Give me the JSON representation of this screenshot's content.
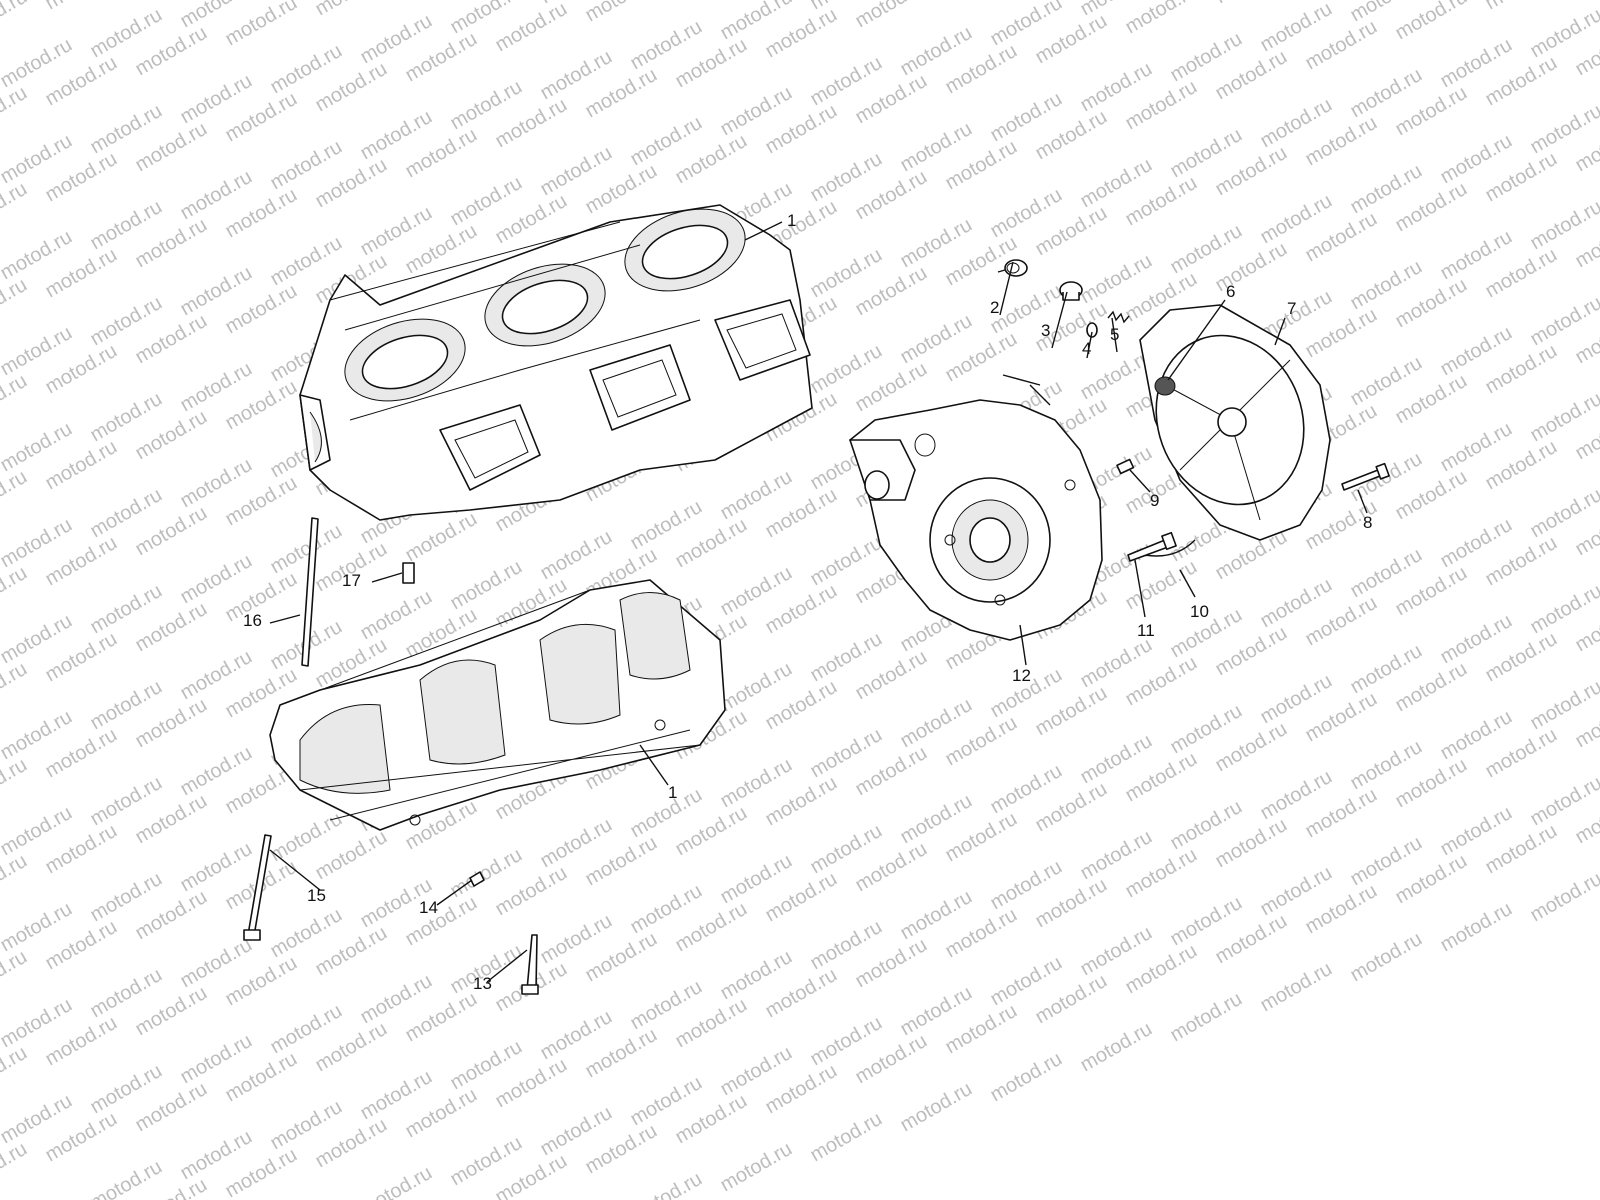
{
  "watermark": {
    "text": "motod.ru"
  },
  "callouts": [
    {
      "id": "c1a",
      "label": "1"
    },
    {
      "id": "c1b",
      "label": "1"
    },
    {
      "id": "c2",
      "label": "2"
    },
    {
      "id": "c3",
      "label": "3"
    },
    {
      "id": "c4",
      "label": "4"
    },
    {
      "id": "c5",
      "label": "5"
    },
    {
      "id": "c6",
      "label": "6"
    },
    {
      "id": "c7",
      "label": "7"
    },
    {
      "id": "c8",
      "label": "8"
    },
    {
      "id": "c9",
      "label": "9"
    },
    {
      "id": "c10",
      "label": "10"
    },
    {
      "id": "c11",
      "label": "11"
    },
    {
      "id": "c12",
      "label": "12"
    },
    {
      "id": "c13",
      "label": "13"
    },
    {
      "id": "c14",
      "label": "14"
    },
    {
      "id": "c15",
      "label": "15"
    },
    {
      "id": "c16",
      "label": "16"
    },
    {
      "id": "c17",
      "label": "17"
    }
  ]
}
